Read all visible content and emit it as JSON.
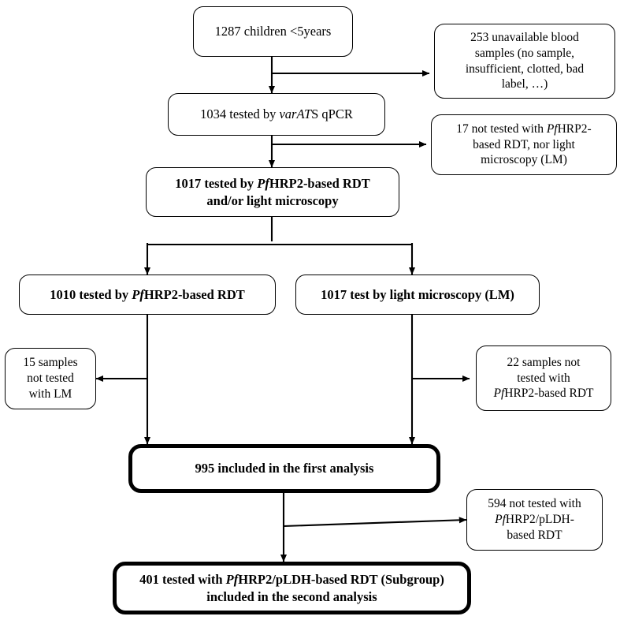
{
  "diagram": {
    "title": "Study participant flow diagram",
    "type": "flowchart",
    "line_color": "#000000",
    "background_color": "#ffffff",
    "nodes": {
      "children_total": {
        "text": "1287 children <5years",
        "emphasis": "normal"
      },
      "unavailable_samples": {
        "line1": "253 unavailable blood",
        "line2": "samples (no sample,",
        "line3": "insufficient, clotted, bad",
        "line4": "label, …)"
      },
      "qpcr_tested": {
        "pre": "1034 tested by ",
        "italic": "varAT",
        "post": "S qPCR"
      },
      "not_tested_rdt_lm": {
        "line1_pre": "17 not tested with ",
        "line1_italic": "Pf",
        "line1_post": "HRP2-",
        "line2": "based RDT, nor light",
        "line3": "microscopy (LM)"
      },
      "tested_rdt_or_lm": {
        "line1_pre": "1017 tested by ",
        "line1_italic": "Pf",
        "line1_post": "HRP2-based RDT",
        "line2": "and/or light microscopy"
      },
      "tested_rdt": {
        "pre": "1010 tested by ",
        "italic": "Pf",
        "post": "HRP2-based RDT"
      },
      "tested_lm": {
        "text": "1017 test by light microscopy (LM)"
      },
      "not_tested_lm": {
        "line1": "15 samples",
        "line2": "not tested",
        "line3": "with LM"
      },
      "not_tested_hrp2_rdt": {
        "line1": "22 samples not",
        "line2": "tested with",
        "line3_italic": "Pf",
        "line3_post": "HRP2-based RDT"
      },
      "first_analysis": {
        "text": "995 included in the first analysis"
      },
      "not_tested_pldh": {
        "line1": "594 not tested with",
        "line2_italic": "Pf",
        "line2_post": "HRP2/pLDH-",
        "line3": "based RDT"
      },
      "second_analysis": {
        "line1_pre": "401 tested with ",
        "line1_italic": "Pf",
        "line1_post": "HRP2/pLDH-based RDT (Subgroup)",
        "line2": "included in the second analysis"
      }
    }
  }
}
